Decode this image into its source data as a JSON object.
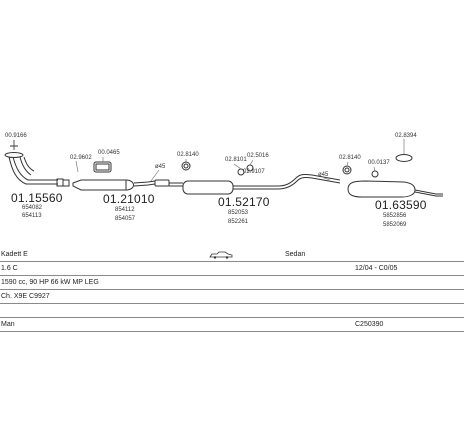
{
  "diagram": {
    "parts": [
      {
        "main": "01.15560",
        "subs": [
          "654082",
          "654113"
        ]
      },
      {
        "main": "01.21010",
        "subs": [
          "854112",
          "854057"
        ]
      },
      {
        "main": "01.52170",
        "subs": [
          "852053",
          "852261"
        ]
      },
      {
        "main": "01.63590",
        "subs": [
          "5852856",
          "5852069"
        ]
      }
    ],
    "refs": [
      "00.9166",
      "02.9602",
      "00.0465",
      "02.8140",
      "02.8101",
      "02.5016",
      "02.9107",
      "02.8140",
      "00.0137",
      "02.8394"
    ],
    "pipe_sizes": [
      "ø45",
      "ø45"
    ]
  },
  "info": {
    "model": "Kadett E",
    "body": "Sedan",
    "engine": "1.6 C",
    "years": "12/04 - C0/05",
    "spec": "1590 cc, 90 HP 66 kW MP LEG",
    "chassis": "Ch. X9E C9927",
    "maker": "Man",
    "code": "C250390"
  }
}
